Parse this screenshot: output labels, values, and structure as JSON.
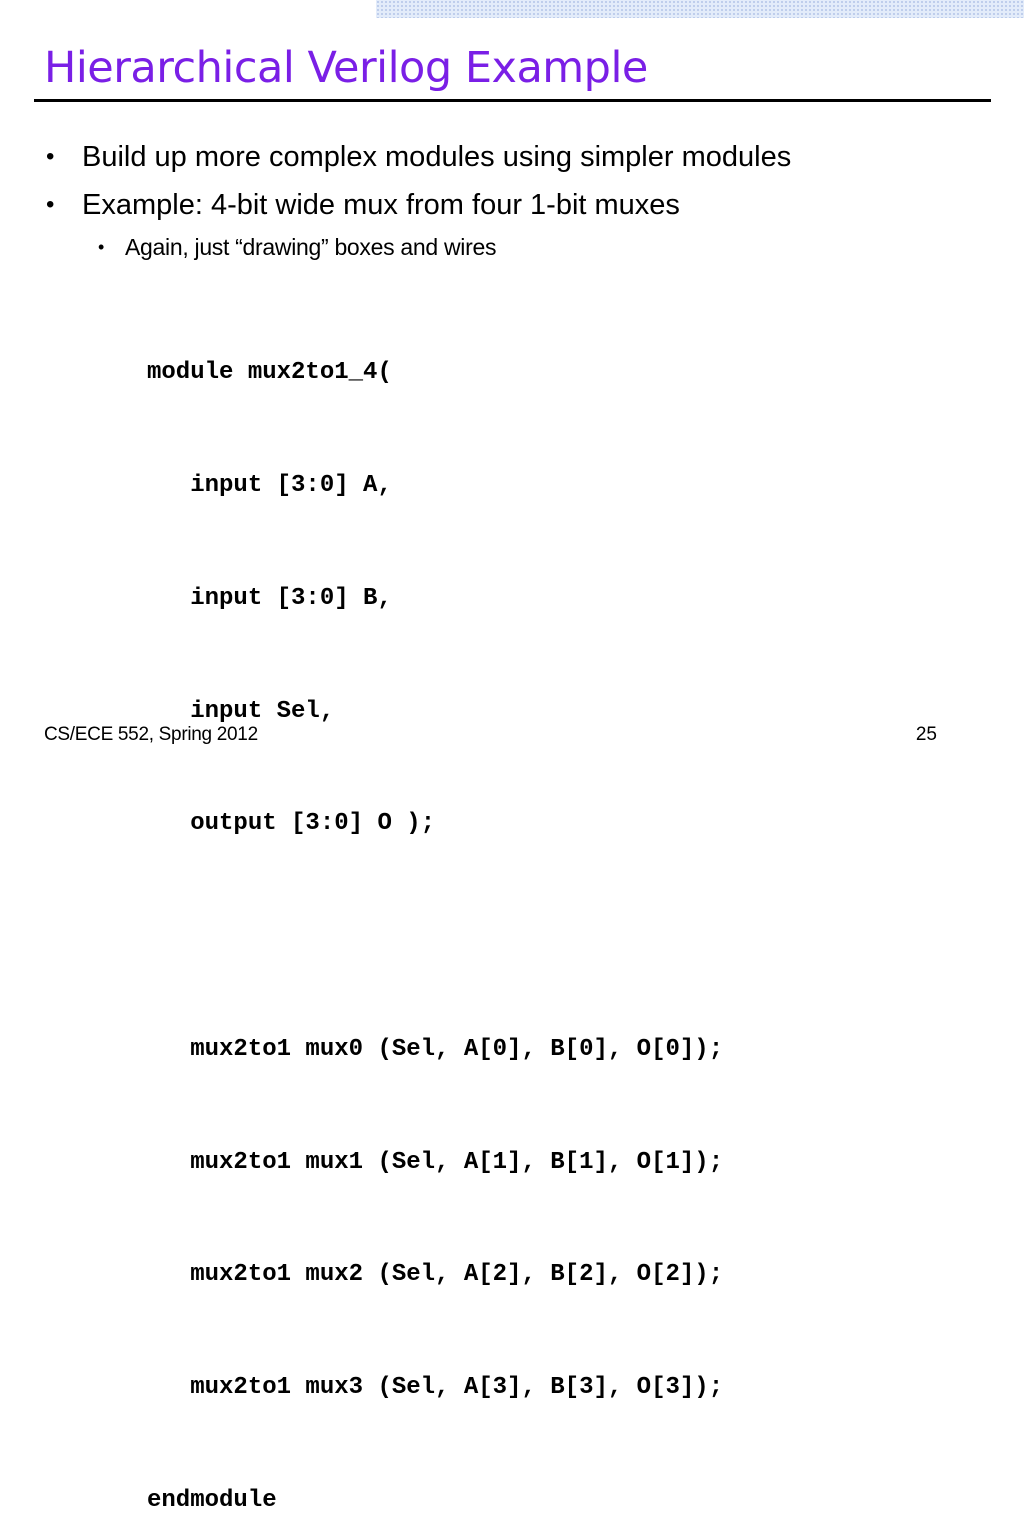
{
  "slide": {
    "title": "Hierarchical Verilog Example",
    "accent_color": "#7a1fe6",
    "bullets": [
      "Build up more complex modules using simpler modules",
      "Example: 4-bit wide mux from four 1-bit muxes"
    ],
    "sub_bullets": [
      "Again, just “drawing” boxes and wires"
    ],
    "bullet_glyph": "•",
    "code_lines": [
      "module mux2to1_4(",
      "   input [3:0] A,",
      "   input [3:0] B,",
      "   input Sel,",
      "   output [3:0] O );",
      "",
      "   mux2to1 mux0 (Sel, A[0], B[0], O[0]);",
      "   mux2to1 mux1 (Sel, A[1], B[1], O[1]);",
      "   mux2to1 mux2 (Sel, A[2], B[2], O[2]);",
      "   mux2to1 mux3 (Sel, A[3], B[3], O[3]);",
      "endmodule"
    ]
  },
  "footer": {
    "course": "CS/ECE 552, Spring 2012",
    "page_number": "25"
  }
}
